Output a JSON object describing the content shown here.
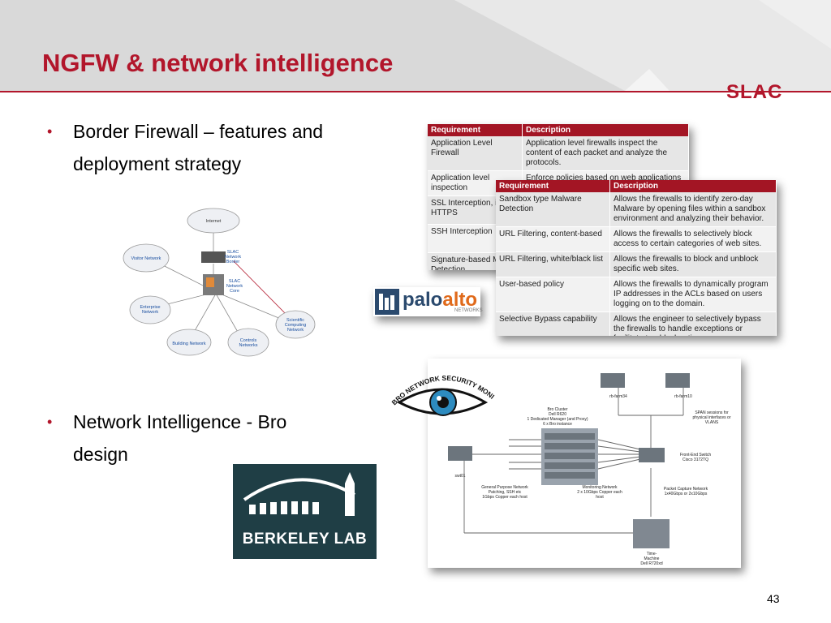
{
  "slide": {
    "title": "NGFW & network intelligence",
    "logo": "SLAC",
    "page_number": "43"
  },
  "bullets": [
    {
      "line1": "Border Firewall – features and",
      "line2": "deployment strategy"
    },
    {
      "line1": "Network Intelligence - Bro",
      "line2": "design"
    }
  ],
  "network_diagram": {
    "internet": "Internet",
    "border_l1": "SLAC",
    "border_l2": "Network",
    "border_l3": "Border",
    "core_l1": "SLAC",
    "core_l2": "Network",
    "core_l3": "Core",
    "visitor": "Visitor Network",
    "ent_l1": "Enterprise",
    "ent_l2": "Network",
    "sci_l1": "Scientific",
    "sci_l2": "Computing",
    "sci_l3": "Network",
    "building": "Building Network",
    "ctrl_l1": "Controls",
    "ctrl_l2": "Networks"
  },
  "table_back": {
    "headers": [
      "Requirement",
      "Description"
    ],
    "rows": [
      {
        "r": "Application Level Firewall",
        "d": "Application level firewalls inspect the content of each packet and analyze the protocols."
      },
      {
        "r": "Application level inspection",
        "d": "Enforce policies based on web applications"
      },
      {
        "r": "SSL Interception, in HTTPS",
        "d": ""
      },
      {
        "r": "SSH Interception",
        "d": ""
      },
      {
        "r": "Signature-based Ma Detection",
        "d": ""
      }
    ]
  },
  "table_front": {
    "headers": [
      "Requirement",
      "Description"
    ],
    "rows": [
      {
        "r": "Sandbox type Malware Detection",
        "d": "Allows the firewalls to identify zero-day Malware by opening files within a sandbox environment and analyzing their behavior."
      },
      {
        "r": "URL Filtering, content-based",
        "d": "Allows the firewalls to selectively block access to certain categories of web sites."
      },
      {
        "r": "URL Filtering, white/black list",
        "d": "Allows the firewalls to block and unblock specific web sites."
      },
      {
        "r": "User-based policy",
        "d": "Allows the firewalls to dynamically program IP addresses in the ACLs based on users logging on to the domain."
      },
      {
        "r": "Selective Bypass capability",
        "d": "Allows the engineer to selectively bypass the firewalls to handle exceptions or facilitate troubleshooting."
      }
    ]
  },
  "paloalto": {
    "word1": "palo",
    "word2": "alto",
    "sub": "NETWORKS"
  },
  "bro_logo": "BRO NETWORK SECURITY MONITOR",
  "bro_diagram": {
    "cluster_l1": "Bro Cluster",
    "cluster_l2": "Dell R620",
    "cluster_l3": "1 Dedicated Manager (and Proxy)",
    "cluster_l4": "6 x Bro instance",
    "farm34": "rb-farm34",
    "farm10": "rb-farm10",
    "span_l1": "SPAN sessions for",
    "span_l2": "physical interfaces or",
    "span_l3": "VLANS",
    "switch_l1": "Front-End Switch",
    "switch_l2": "Cisco 3172TQ",
    "swt": "swt01",
    "gp_l1": "General Purpose Network",
    "gp_l2": "Patching, SSH etc",
    "gp_l3": "1Gbps Copper each host",
    "mon_l1": "Monitoring Network",
    "mon_l2": "2 x 10Gbps Copper each",
    "mon_l3": "host",
    "pcap_l1": "Packet Capture Network",
    "pcap_l2": "1x40Gbps or 2x10Gbps",
    "tm_l1": "Time-",
    "tm_l2": "Machine",
    "tm_l3": "Dell R720xd"
  },
  "berkeley": "BERKELEY LAB",
  "colors": {
    "accent": "#b2162b",
    "header_bg": "#d9d9d9",
    "table_header": "#a31524"
  }
}
